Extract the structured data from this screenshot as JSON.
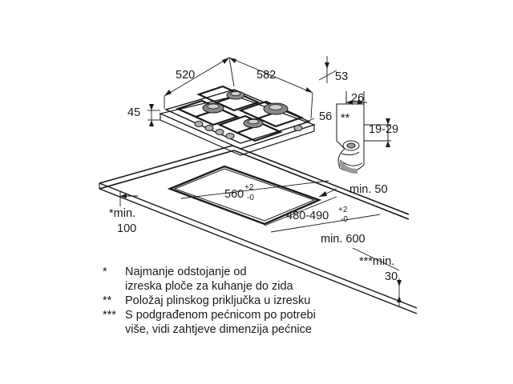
{
  "dimensions": {
    "hob_depth": "520",
    "hob_width": "582",
    "hob_height": "45",
    "hob_edge_depth": "53",
    "hob_edge_right": "56",
    "connector_offset_a": "26",
    "connector_marker": "**",
    "connector_height": "19-29",
    "cutout_width_main": "560",
    "cutout_width_tol_top": "+2",
    "cutout_width_tol_bottom": "-0",
    "cutout_depth_main": "480-490",
    "cutout_depth_tol_top": "+2",
    "cutout_depth_tol_bottom": "-0",
    "min_back": "min. 50",
    "min_side_label": "*min.",
    "min_side_value": "100",
    "min_worktop": "min. 600",
    "min_oven_label": "***min.",
    "min_oven_value": "30"
  },
  "notes": [
    {
      "mark": "*",
      "text": "Najmanje odstojanje od"
    },
    {
      "mark": "",
      "text": "izreska ploče za kuhanje do zida"
    },
    {
      "mark": "**",
      "text": "Položaj plinskog priključka u izresku"
    },
    {
      "mark": "***",
      "text": "S podgrađenom pećnicom po potrebi"
    },
    {
      "mark": "",
      "text": "više, vidi zahtjeve dimenzija pećnice"
    }
  ]
}
